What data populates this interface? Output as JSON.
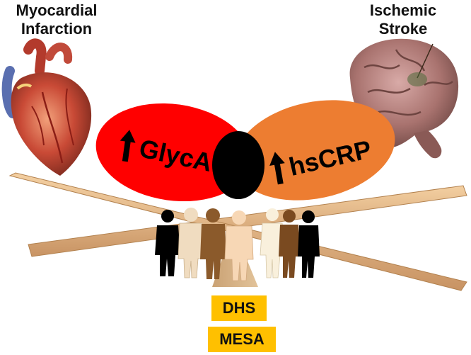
{
  "titles": {
    "left_line1": "Myocardial",
    "left_line2": "Infarction",
    "right_line1": "Ischemic",
    "right_line2": "Stroke"
  },
  "markers": {
    "left_label": "GlycA",
    "right_label": "hsCRP"
  },
  "cohorts": {
    "dhs": "DHS",
    "mesa": "MESA"
  },
  "colors": {
    "glyca_ellipse": "#ff0000",
    "hscrp_ellipse": "#ed7d31",
    "overlap": "#000000",
    "beam": "#e8b985",
    "box": "#ffc000"
  }
}
